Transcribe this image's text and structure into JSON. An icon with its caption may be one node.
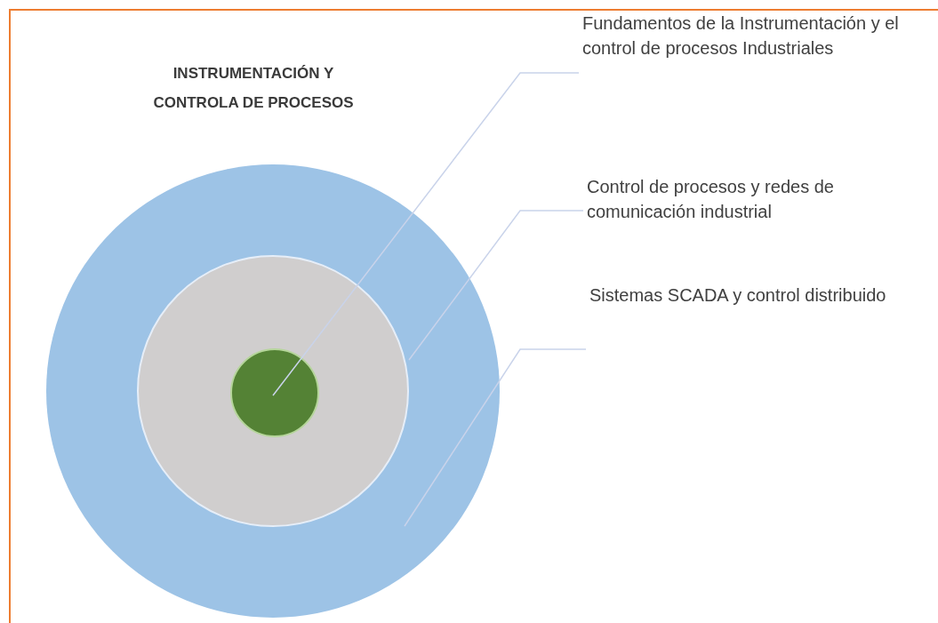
{
  "diagram": {
    "title": "INSTRUMENTACIÓN Y CONTROLA DE PROCESOS",
    "nodes": [
      {
        "text": [],
        "shape": "circle"
      },
      {
        "text": [],
        "shape": "circle",
        "in": 0
      },
      {
        "text": [],
        "shape": "circle",
        "in": 1
      },
      {
        "text": [
          "Fundamentos de la Instrumentación y el control de procesos Industriales"
        ]
      },
      {
        "text": [
          "Control de procesos y redes de comunicación industrial"
        ]
      },
      {
        "text": [
          "Sistemas SCADA y control distribuido"
        ]
      }
    ],
    "edges": [
      {
        "from": 3,
        "to": 2,
        "arrow": "none"
      },
      {
        "from": 4,
        "to": 1,
        "arrow": "none"
      },
      {
        "from": 5,
        "to": 0,
        "arrow": "none"
      }
    ]
  }
}
